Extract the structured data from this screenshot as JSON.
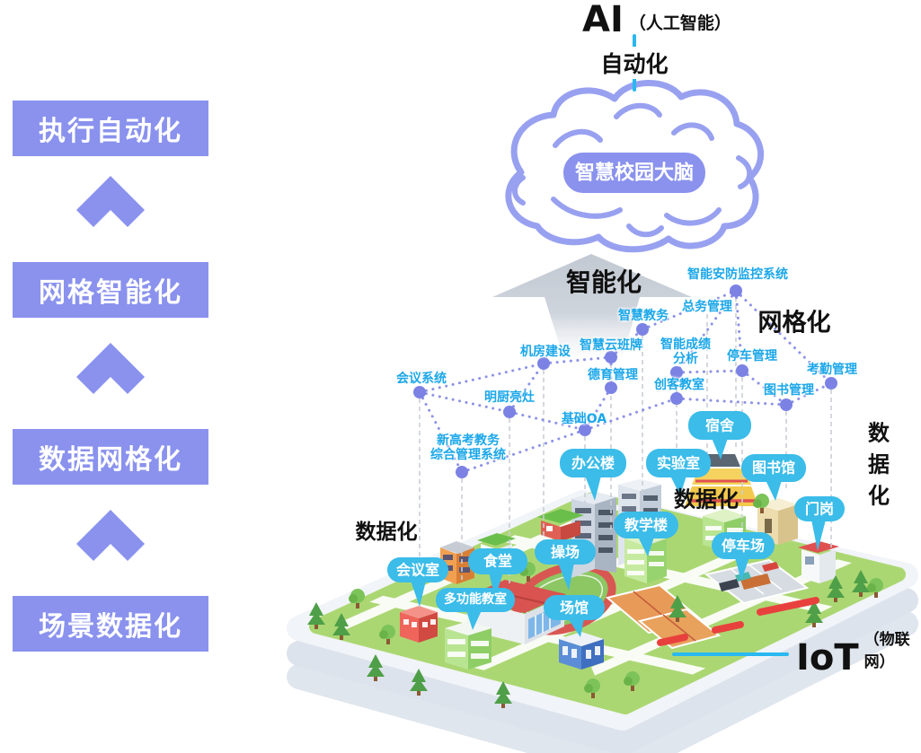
{
  "sidebar": {
    "steps": [
      {
        "label": "执行自动化"
      },
      {
        "label": "网格智能化"
      },
      {
        "label": "数据网格化"
      },
      {
        "label": "场景数据化"
      }
    ]
  },
  "header": {
    "ai_title": "AI",
    "ai_paren": "（人工智能）",
    "automation_label": "自动化"
  },
  "brain": {
    "label": "智慧校园大脑"
  },
  "layers": {
    "intelligence": "智能化",
    "gridization": "网格化",
    "dataization_left": "数据化",
    "dataization_mid": "数据化",
    "dataization_right": "数据化"
  },
  "network": {
    "systems": [
      {
        "label": "会议系统"
      },
      {
        "label": "新高考教务\n综合管理系统"
      },
      {
        "label": "明厨亮灶"
      },
      {
        "label": "机房建设"
      },
      {
        "label": "智慧云班牌"
      },
      {
        "label": "智慧教务"
      },
      {
        "label": "德育管理"
      },
      {
        "label": "基础OA"
      },
      {
        "label": "智能成绩\n分析"
      },
      {
        "label": "总务管理"
      },
      {
        "label": "智能安防监控系统"
      },
      {
        "label": "创客教室"
      },
      {
        "label": "停车管理"
      },
      {
        "label": "图书管理"
      },
      {
        "label": "考勤管理"
      }
    ]
  },
  "city": {
    "callouts": [
      {
        "label": "宿舍"
      },
      {
        "label": "办公楼"
      },
      {
        "label": "实验室"
      },
      {
        "label": "图书馆"
      },
      {
        "label": "门岗"
      },
      {
        "label": "教学楼"
      },
      {
        "label": "停车场"
      },
      {
        "label": "操场"
      },
      {
        "label": "食堂"
      },
      {
        "label": "会议室"
      },
      {
        "label": "多功能教室"
      },
      {
        "label": "场馆"
      }
    ]
  },
  "iot": {
    "title": "IoT",
    "paren": "（物联网）"
  },
  "colors": {
    "accent_purple": "#8a92ee",
    "node_purple": "#7b82e4",
    "label_blue": "#1ba7e9",
    "bubble_cyan": "#3bbce9",
    "line_cyan": "#29b8f0",
    "arrow_gray": "#c9ced6",
    "campus_green": "#abd773",
    "track_red": "#d95752"
  }
}
